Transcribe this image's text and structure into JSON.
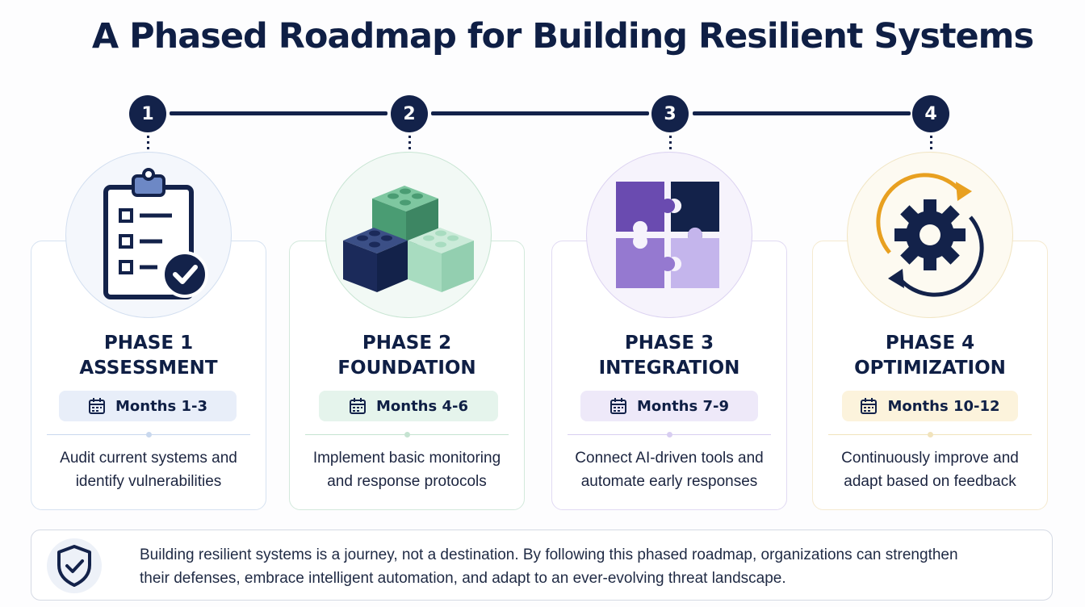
{
  "title": "A Phased Roadmap for Building Resilient Systems",
  "phases": [
    {
      "number": "1",
      "phase_label": "PHASE 1",
      "name": "ASSESSMENT",
      "duration": "Months 1-3",
      "description_line1": "Audit current systems and",
      "description_line2": "identify vulnerabilities",
      "icon": "clipboard-checklist-icon",
      "accent": "#b9cdea"
    },
    {
      "number": "2",
      "phase_label": "PHASE 2",
      "name": "FOUNDATION",
      "duration": "Months 4-6",
      "description_line1": "Implement basic monitoring",
      "description_line2": "and response protocols",
      "icon": "building-blocks-icon",
      "accent": "#b5dcc6"
    },
    {
      "number": "3",
      "phase_label": "PHASE 3",
      "name": "INTEGRATION",
      "duration": "Months 7-9",
      "description_line1": "Connect AI-driven tools and",
      "description_line2": "automate early responses",
      "icon": "puzzle-pieces-icon",
      "accent": "#cfc4ec"
    },
    {
      "number": "4",
      "phase_label": "PHASE 4",
      "name": "OPTIMIZATION",
      "duration": "Months 10-12",
      "description_line1": "Continuously improve and",
      "description_line2": "adapt based on feedback",
      "icon": "gear-cycle-icon",
      "accent": "#f2e0b4"
    }
  ],
  "footer": {
    "icon": "shield-check-icon",
    "text": "Building resilient systems is a journey, not a destination. By following this phased roadmap, organizations can strengthen their defenses, embrace intelligent automation, and adapt to an ever-evolving threat landscape."
  }
}
